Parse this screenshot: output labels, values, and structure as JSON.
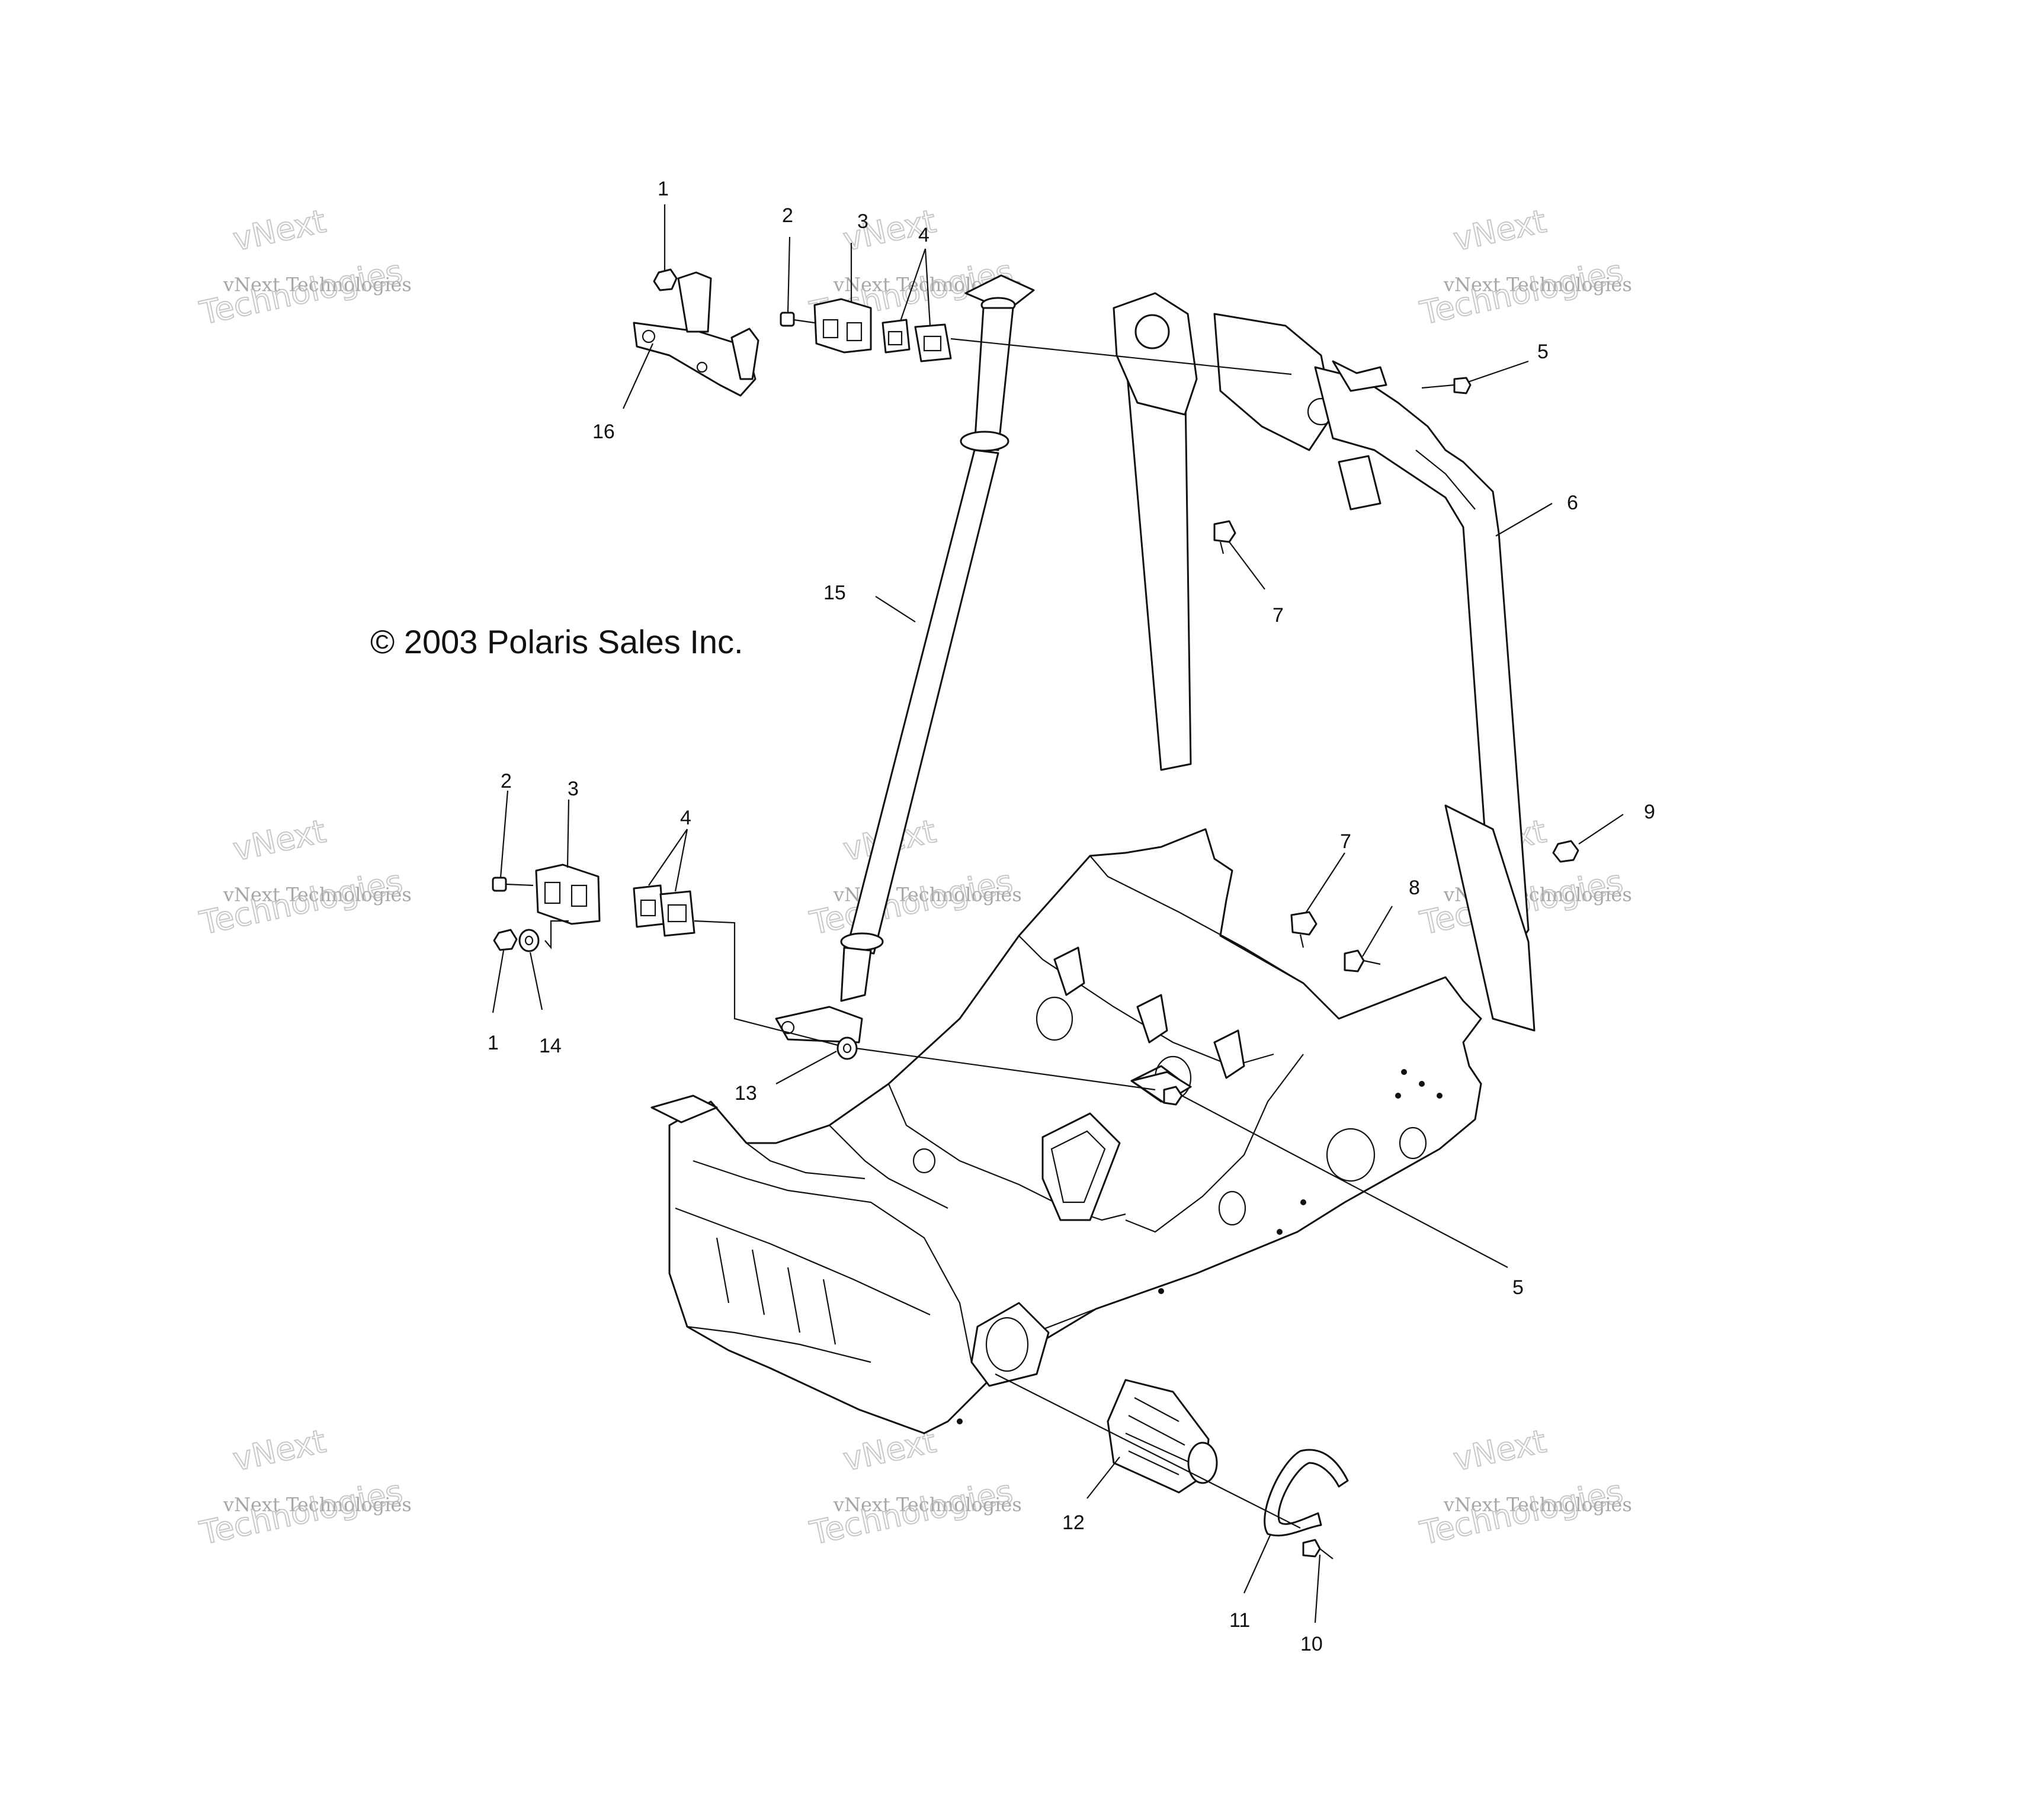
{
  "copyright": "© 2003 Polaris Sales Inc.",
  "watermark": {
    "line1": "vNext",
    "line2": "vNext Technologies",
    "line3": "Technologies"
  },
  "callouts": [
    {
      "id": "c1a",
      "label": "1"
    },
    {
      "id": "c2a",
      "label": "2"
    },
    {
      "id": "c3a",
      "label": "3"
    },
    {
      "id": "c4a",
      "label": "4"
    },
    {
      "id": "c5a",
      "label": "5"
    },
    {
      "id": "c6",
      "label": "6"
    },
    {
      "id": "c7a",
      "label": "7"
    },
    {
      "id": "c16",
      "label": "16"
    },
    {
      "id": "c15",
      "label": "15"
    },
    {
      "id": "c2b",
      "label": "2"
    },
    {
      "id": "c3b",
      "label": "3"
    },
    {
      "id": "c4b",
      "label": "4"
    },
    {
      "id": "c7b",
      "label": "7"
    },
    {
      "id": "c8",
      "label": "8"
    },
    {
      "id": "c9",
      "label": "9"
    },
    {
      "id": "c1b",
      "label": "1"
    },
    {
      "id": "c14",
      "label": "14"
    },
    {
      "id": "c13",
      "label": "13"
    },
    {
      "id": "c5b",
      "label": "5"
    },
    {
      "id": "c12",
      "label": "12"
    },
    {
      "id": "c11",
      "label": "11"
    },
    {
      "id": "c10",
      "label": "10"
    }
  ]
}
